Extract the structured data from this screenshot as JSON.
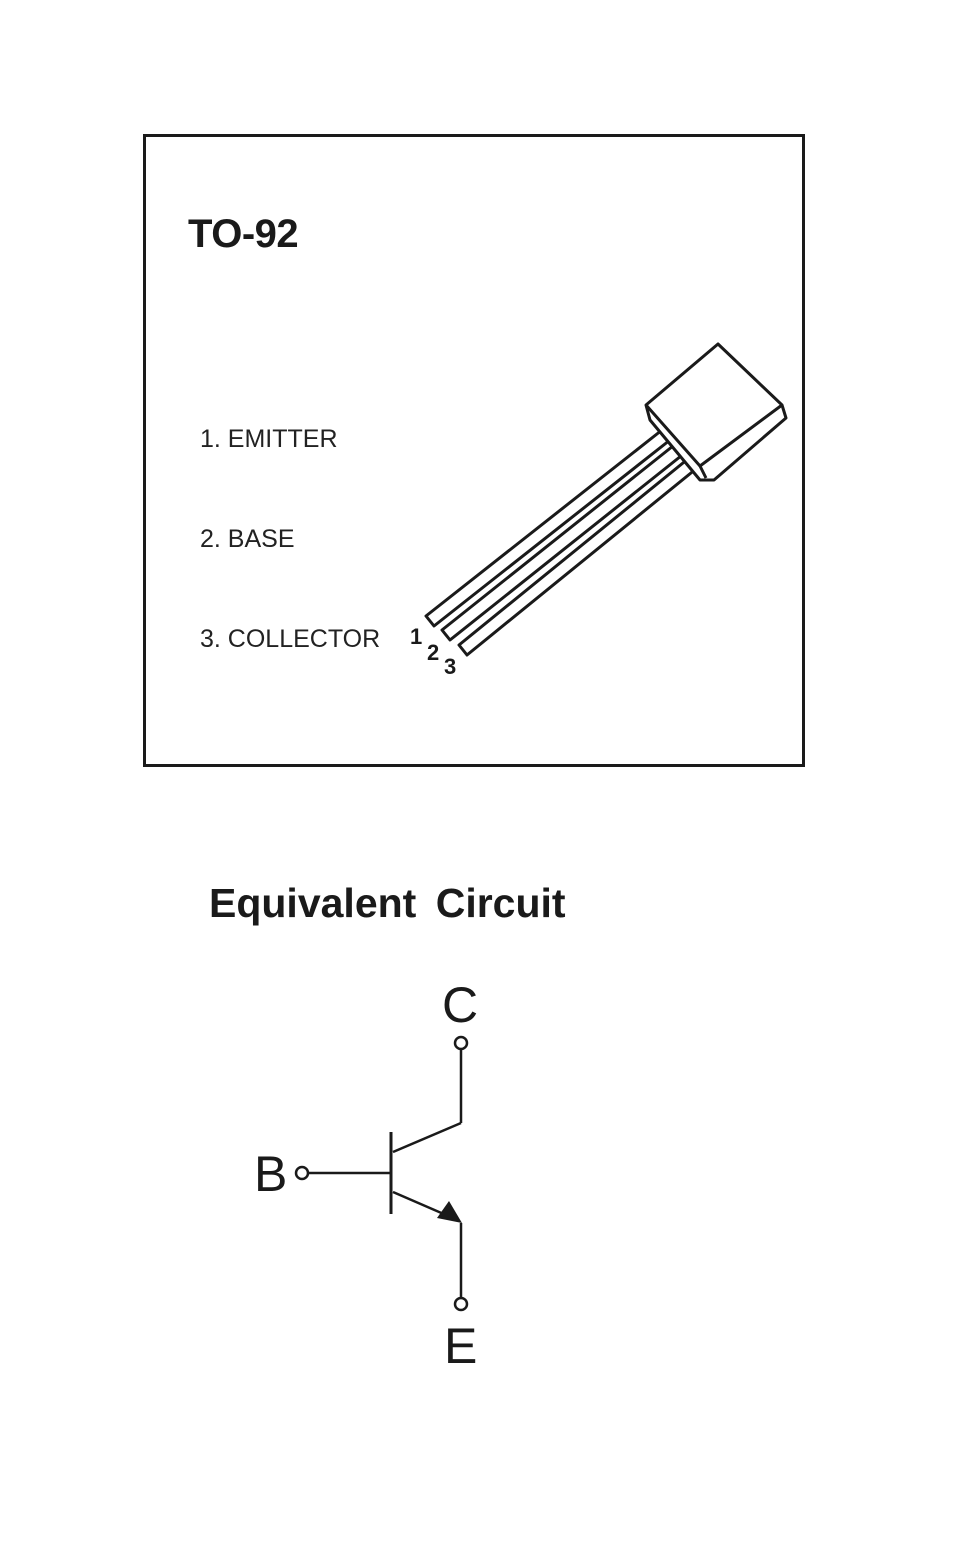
{
  "package": {
    "name": "TO-92",
    "pins": [
      {
        "label": "1. EMITTER"
      },
      {
        "label": "2. BASE"
      },
      {
        "label": "3. COLLECTOR"
      }
    ],
    "lead_numbers": [
      "1",
      "2",
      "3"
    ]
  },
  "circuit": {
    "title": "Equivalent  Circuit",
    "terminals": {
      "collector": "C",
      "base": "B",
      "emitter": "E"
    }
  }
}
